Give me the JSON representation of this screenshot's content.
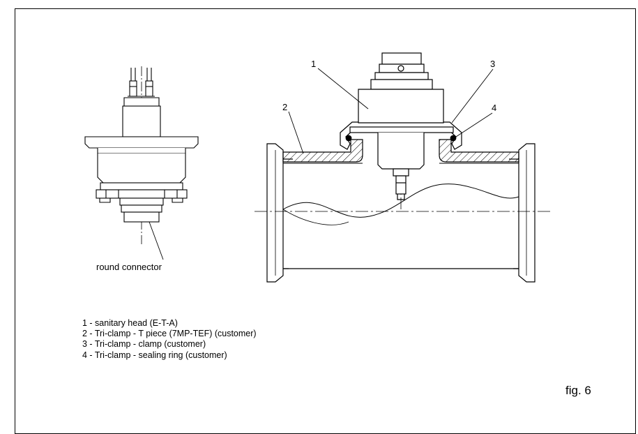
{
  "callouts": [
    "1",
    "2",
    "3",
    "4"
  ],
  "connector_label": "round connector",
  "legend": [
    "1 - sanitary head (E-T-A)",
    "2 - Tri-clamp - T piece (7MP-TEF) (customer)",
    "3 - Tri-clamp - clamp (customer)",
    "4 - Tri-clamp - sealing ring (customer)"
  ],
  "figure_label": "fig. 6"
}
